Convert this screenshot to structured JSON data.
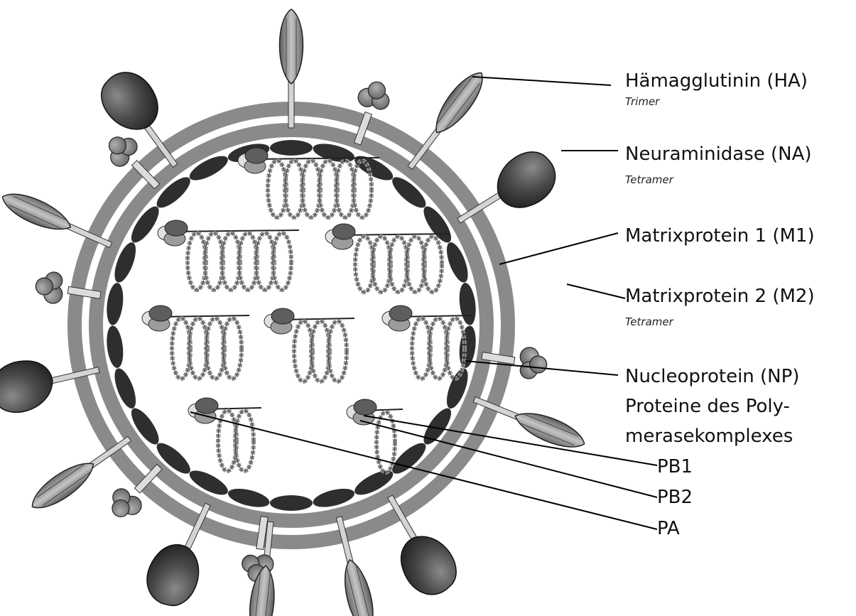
{
  "labels": {
    "ha": {
      "name": "Hämagglutinin (HA)",
      "note": "Trimer"
    },
    "na": {
      "name": "Neuraminidase (NA)",
      "note": "Tetramer"
    },
    "m1": {
      "name": "Matrixprotein 1 (M1)"
    },
    "m2": {
      "name": "Matrixprotein 2 (M2)",
      "note": "Tetramer"
    },
    "np": {
      "name": "Nucleoprotein (NP)"
    },
    "polymerase": {
      "line1": "Proteine des Poly-",
      "line2": "merasekomplexes"
    },
    "pb1": "PB1",
    "pb2": "PB2",
    "pa": "PA"
  },
  "colors": {
    "envelope": "#8a8a8a",
    "envelope_gap": "#ffffff",
    "matrix_m1": "#2e2e2e",
    "spike_ha": "#9a9a9a",
    "spike_na": "#4a4a4a",
    "m2_channel": "#7a7a7a",
    "rnp_bead": "#8c8c8c",
    "polymerase_pb1": "#5e5e5e",
    "polymerase_pb2": "#9c9c9c",
    "polymerase_pa": "#e0e0e0"
  }
}
